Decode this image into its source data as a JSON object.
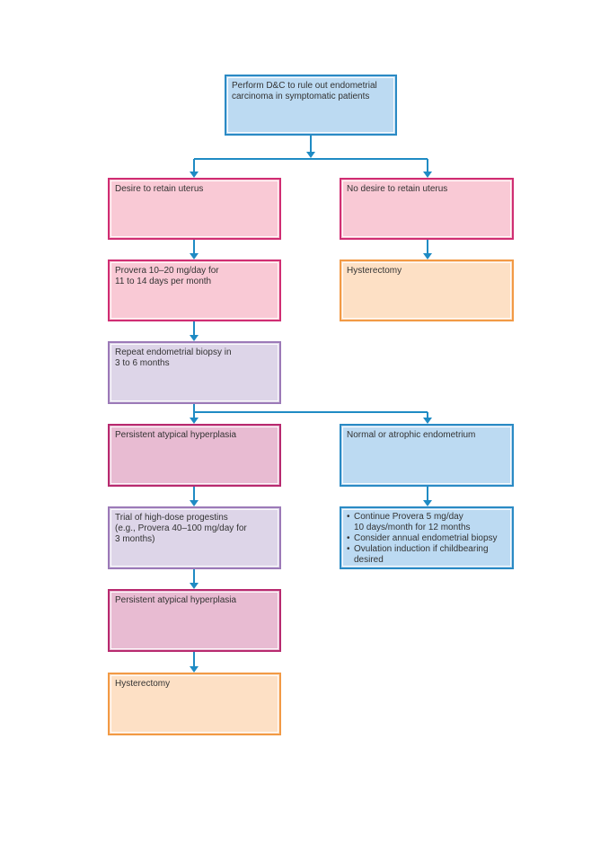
{
  "colors": {
    "arrow": "#1f8bc4",
    "blue": "#bcdaf2",
    "pink": "#f9c9d5",
    "orange": "#fde0c5",
    "lavender": "#ddd5e8",
    "mauve": "#e8bbd2"
  },
  "nodes": {
    "perform_dc": "Perform D&C to rule out endometrial\ncarcinoma in symptomatic patients",
    "desire_retain": "Desire to retain uterus",
    "no_desire_retain": "No desire to retain uterus",
    "provera_low": "Provera 10–20 mg/day for\n11 to 14 days per month",
    "hysterectomy_right": "Hysterectomy",
    "repeat_biopsy": "Repeat endometrial biopsy in\n3 to 6 months",
    "persistent_1": "Persistent atypical hyperplasia",
    "normal_atrophic": "Normal or atrophic endometrium",
    "high_dose": "Trial of high-dose progestins\n(e.g., Provera 40–100 mg/day for\n3 months)",
    "followup_items": [
      "Continue Provera 5 mg/day\n10 days/month for 12 months",
      "Consider annual endometrial biopsy",
      "Ovulation induction if childbearing\ndesired"
    ],
    "persistent_2": "Persistent atypical hyperplasia",
    "hysterectomy_final": "Hysterectomy"
  }
}
